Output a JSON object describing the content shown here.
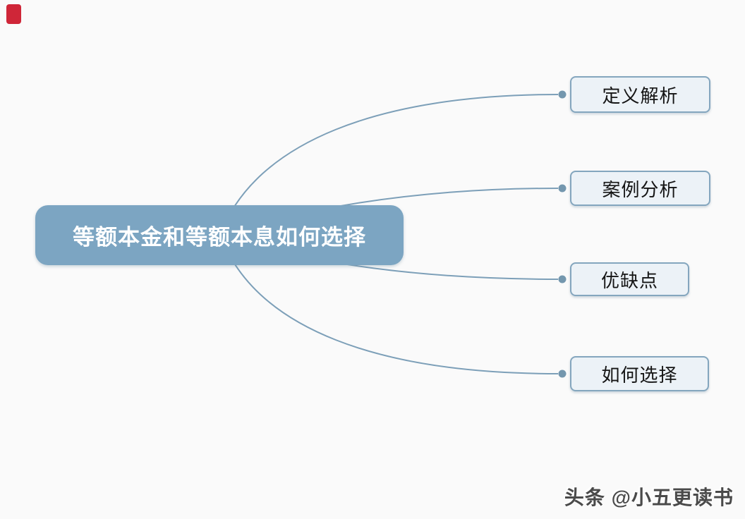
{
  "page": {
    "background": "#fafafa"
  },
  "colors": {
    "root_fill": "#7ca5c2",
    "root_text": "#ffffff",
    "branch_fill": "#ecf2f7",
    "branch_border": "#84a6be",
    "branch_text": "#151515",
    "line": "#7c9fb8",
    "dot": "#7497ae",
    "marker_red": "#cf2638",
    "watermark": "#4a4a4a",
    "page_bg": "#fafafa"
  },
  "mindmap": {
    "root": {
      "label": "等额本金和等额本息如何选择"
    },
    "branches": [
      {
        "label": "定义解析"
      },
      {
        "label": "案例分析"
      },
      {
        "label": "优缺点"
      },
      {
        "label": "如何选择"
      }
    ]
  },
  "watermark": {
    "text": "头条 @小五更读书"
  }
}
